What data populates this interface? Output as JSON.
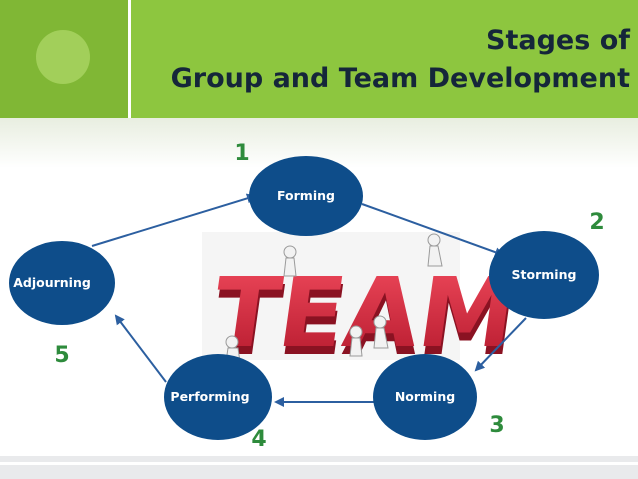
{
  "slide": {
    "title_line1": "Stages of",
    "title_line2": "Group and Team Development"
  },
  "stages": [
    {
      "name": "Forming",
      "number": "1"
    },
    {
      "name": "Storming",
      "number": "2"
    },
    {
      "name": "Norming",
      "number": "3"
    },
    {
      "name": "Performing",
      "number": "4"
    },
    {
      "name": "Adjourning",
      "number": "5"
    }
  ],
  "center_image": {
    "word": "TEAM",
    "color": "#d9223a"
  },
  "colors": {
    "header": "#8dc63f",
    "node": "#0e4d8a",
    "number": "#2e8b3c",
    "arrow": "#2c5fa0"
  }
}
